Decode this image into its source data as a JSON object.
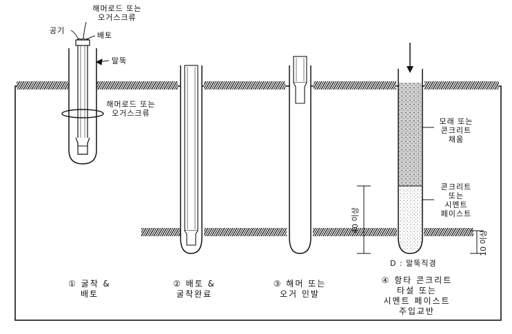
{
  "step1": {
    "label_hammer_top": [
      "해머로드 또는",
      "오거스크류"
    ],
    "label_air": "공기",
    "label_soil_removal": "배토",
    "label_pile": "말뚝",
    "label_hammer_mid": [
      "해머로드 또는",
      "오거스크류"
    ],
    "caption": [
      "① 굴착 &",
      "배토"
    ]
  },
  "step2": {
    "caption": [
      "② 배토 &",
      "굴착완료"
    ]
  },
  "step3": {
    "caption": [
      "③ 해머 또는",
      "오거 인발"
    ]
  },
  "step4": {
    "label_fill": [
      "모래 또는",
      "콘크리트",
      "채움"
    ],
    "label_paste": [
      "콘크리트",
      "또는",
      "시멘트",
      "페이스트"
    ],
    "dim_40": "40 이상",
    "dim_10": "10 이상",
    "legend_d": "D : 말뚝직경",
    "caption": [
      "④ 항타 콘크리트",
      "타설 또는",
      "시멘트 페이스트",
      "주입교반"
    ]
  }
}
